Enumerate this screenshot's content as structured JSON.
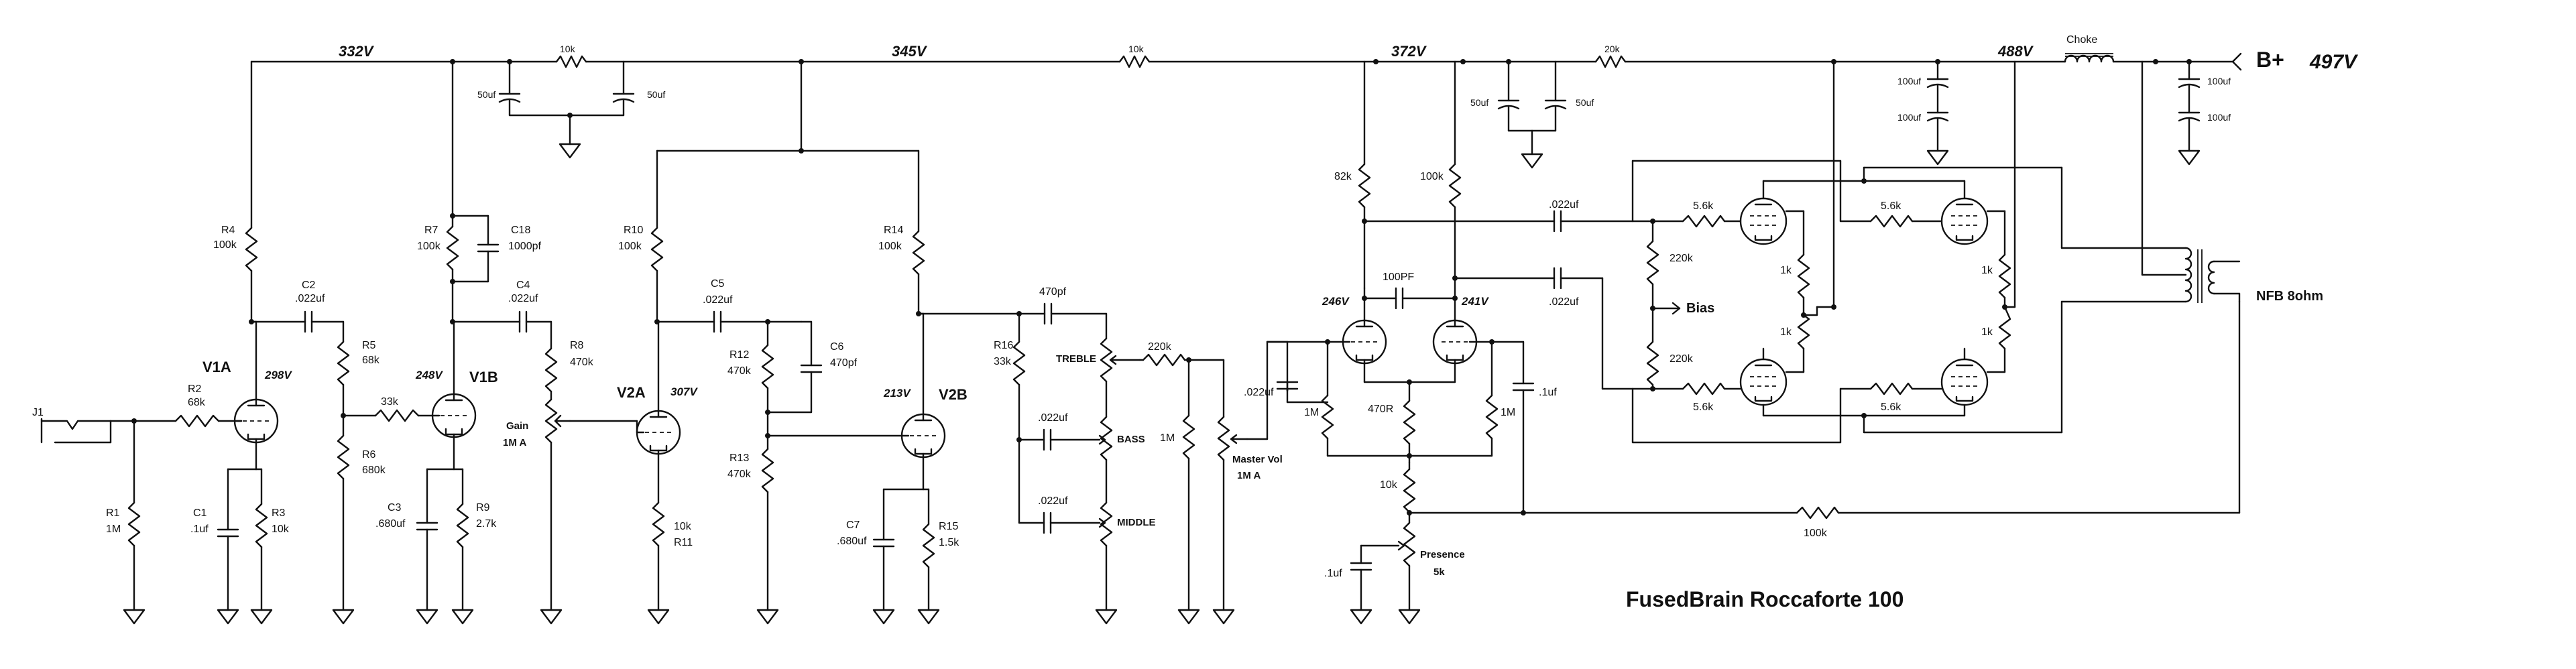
{
  "title": "FusedBrain Roccaforte 100",
  "supply": {
    "bplus": "B+",
    "bplus_volt": "497V",
    "choke": "Choke",
    "nfb": "NFB 8ohm",
    "bias": "Bias"
  },
  "rail_voltages": {
    "v332": "332V",
    "v345": "345V",
    "v372": "372V",
    "v488": "488V"
  },
  "tubes": {
    "v1a": {
      "name": "V1A",
      "volt": "298V"
    },
    "v1b": {
      "name": "V1B",
      "volt": "248V"
    },
    "v2a": {
      "name": "V2A",
      "volt": "307V"
    },
    "v2b": {
      "name": "V2B",
      "volt": "213V"
    },
    "pi_a": {
      "volt": "246V"
    },
    "pi_b": {
      "volt": "241V"
    }
  },
  "jack": {
    "name": "J1"
  },
  "parts": {
    "r1": {
      "ref": "R1",
      "val": "1M"
    },
    "r2": {
      "ref": "R2",
      "val": "68k"
    },
    "c1": {
      "ref": "C1",
      "val": ".1uf"
    },
    "r3": {
      "ref": "R3",
      "val": "10k"
    },
    "r4": {
      "ref": "R4",
      "val": "100k"
    },
    "c2": {
      "ref": "C2",
      "val": ".022uf"
    },
    "r5": {
      "ref": "R5",
      "val": "68k"
    },
    "r6": {
      "ref": "R6",
      "val": "680k"
    },
    "r33k": {
      "val": "33k"
    },
    "r7": {
      "ref": "R7",
      "val": "100k"
    },
    "c18": {
      "ref": "C18",
      "val": "1000pf"
    },
    "c4": {
      "ref": "C4",
      "val": ".022uf"
    },
    "c3": {
      "ref": "C3",
      "val": ".680uf"
    },
    "r9": {
      "ref": "R9",
      "val": "2.7k"
    },
    "r8": {
      "ref": "R8",
      "val": "470k"
    },
    "gain": {
      "name": "Gain",
      "val": "1M A"
    },
    "r10": {
      "ref": "R10",
      "val": "100k"
    },
    "c5": {
      "ref": "C5",
      "val": ".022uf"
    },
    "r11": {
      "ref": "R11",
      "val": "10k"
    },
    "r12": {
      "ref": "R12",
      "val": "470k"
    },
    "c6": {
      "ref": "C6",
      "val": "470pf"
    },
    "r13": {
      "ref": "R13",
      "val": "470k"
    },
    "r14": {
      "ref": "R14",
      "val": "100k"
    },
    "c7": {
      "ref": "C7",
      "val": ".680uf"
    },
    "r15": {
      "ref": "R15",
      "val": "1.5k"
    },
    "r16": {
      "ref": "R16",
      "val": "33k"
    },
    "c470pf": {
      "val": "470pf"
    },
    "treble": {
      "name": "TREBLE"
    },
    "r220k_ts": {
      "val": "220k"
    },
    "c022_bass": {
      "val": ".022uf"
    },
    "bass": {
      "name": "BASS"
    },
    "c022_mid": {
      "val": ".022uf"
    },
    "middle": {
      "name": "MIDDLE"
    },
    "r1m_ts": {
      "val": "1M"
    },
    "master": {
      "name": "Master Vol",
      "val": "1M A"
    },
    "filt_r10k": {
      "val": "10k"
    },
    "filt_c1": {
      "val": "50uf"
    },
    "filt_c2": {
      "val": "50uf"
    },
    "rail_r10k": {
      "val": "10k"
    },
    "filt_c3": {
      "val": "50uf"
    },
    "filt_c4": {
      "val": "50uf"
    },
    "rail_r20k": {
      "val": "20k"
    },
    "filt_c5": {
      "val": "100uf"
    },
    "filt_c6": {
      "val": "100uf"
    },
    "filt_c7": {
      "val": "100uf"
    },
    "filt_c8": {
      "val": "100uf"
    },
    "pi_c_in": {
      "val": ".022uf"
    },
    "pi_r1m_g": {
      "val": "1M"
    },
    "pi_r82k": {
      "val": "82k"
    },
    "pi_r100k": {
      "val": "100k"
    },
    "pi_c100pf": {
      "val": "100PF"
    },
    "pi_r470": {
      "val": "470R"
    },
    "pi_r1m_b": {
      "val": "1M"
    },
    "pi_c1uf": {
      "val": ".1uf"
    },
    "pi_r10k": {
      "val": "10k"
    },
    "presence": {
      "name": "Presence",
      "val": "5k"
    },
    "pres_c": {
      "val": ".1uf"
    },
    "nfb_r": {
      "val": "100k"
    },
    "cc1": {
      "val": ".022uf"
    },
    "cc2": {
      "val": ".022uf"
    },
    "b220k_1": {
      "val": "220k"
    },
    "b220k_2": {
      "val": "220k"
    },
    "gs1": {
      "val": "5.6k"
    },
    "gs2": {
      "val": "5.6k"
    },
    "gs3": {
      "val": "5.6k"
    },
    "gs4": {
      "val": "5.6k"
    },
    "scr1": {
      "val": "1k"
    },
    "scr2": {
      "val": "1k"
    },
    "scr3": {
      "val": "1k"
    },
    "scr4": {
      "val": "1k"
    }
  }
}
